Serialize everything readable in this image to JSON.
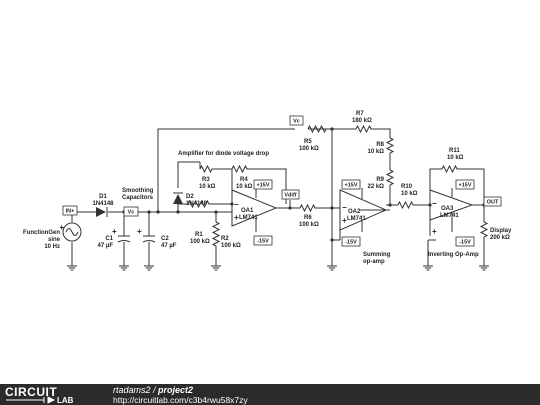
{
  "schematic": {
    "source": {
      "id": "FunctionGen",
      "type": "sine",
      "freq": "10 Hz",
      "node": "IN+"
    },
    "nodes": {
      "vc": "Vc",
      "vdiff": "Vdiff",
      "out": "OUT"
    },
    "captions": {
      "smoothing": [
        "Smoothing",
        "Capacitors"
      ],
      "amp": "Amplifier for diode voltage drop",
      "summing": [
        "Summing",
        "op-amp"
      ],
      "inverting": "Inverting Op-Amp"
    },
    "power": {
      "pos": "+15V",
      "neg": "-15V"
    },
    "components": {
      "D1": {
        "id": "D1",
        "value": "1N4148"
      },
      "D2": {
        "id": "D2",
        "value": "1N4148"
      },
      "C1": {
        "id": "C1",
        "value": "47 µF"
      },
      "C2": {
        "id": "C2",
        "value": "47 µF"
      },
      "R1": {
        "id": "R1",
        "value": "100 kΩ"
      },
      "R2": {
        "id": "R2",
        "value": "100 kΩ"
      },
      "R3": {
        "id": "R3",
        "value": "10 kΩ"
      },
      "R4": {
        "id": "R4",
        "value": "10 kΩ"
      },
      "R5": {
        "id": "R5",
        "value": "100 kΩ"
      },
      "R6": {
        "id": "R6",
        "value": "100 kΩ"
      },
      "R7": {
        "id": "R7",
        "value": "180 kΩ"
      },
      "R8": {
        "id": "R8",
        "value": "10 kΩ"
      },
      "R9": {
        "id": "R9",
        "value": "22 kΩ"
      },
      "R10": {
        "id": "R10",
        "value": "10 kΩ"
      },
      "R11": {
        "id": "R11",
        "value": "10 kΩ"
      },
      "OA1": {
        "id": "OA1",
        "value": "LM741"
      },
      "OA2": {
        "id": "OA2",
        "value": "LM741"
      },
      "OA3": {
        "id": "OA3",
        "value": "LM741"
      },
      "Display": {
        "id": "Display",
        "value": "200 kΩ"
      }
    }
  },
  "footer": {
    "logo_top": "CIRCUIT",
    "logo_bottom": "LAB",
    "user": "rtadams2",
    "separator": " / ",
    "project": "project2",
    "url": "http://circuitlab.com/c3b4rwu58x7zy"
  }
}
